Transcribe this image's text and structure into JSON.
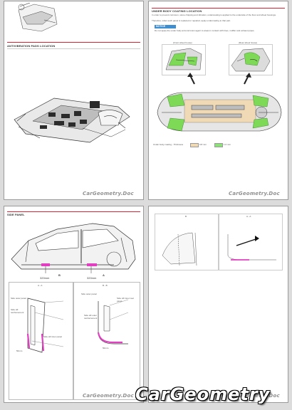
{
  "page1": {
    "section_title": "ANTIVIBRATION PADS LOCATION",
    "watermark": "CarGeometry.Doc"
  },
  "page2": {
    "section_title": "UNDER BODY COATING LOCATION",
    "intro": "In order to prevent corrosion, stone chipping and vibration, undercoating is applied to the underside of the floor and wheel housings.",
    "intro2": "Therefore, when such panel is replaced or repaired, apply undercoating to that part.",
    "notice_label": "NOTICE",
    "notice_text": "Do not apply the under body anti-corrosion agent to areas in contact with lines, muffler and exhaust pipes.",
    "left_caption": "(Front wheel house)",
    "right_caption": "(Rear wheel house)",
    "legend_title": "Under body coating - Thickness",
    "legend_items": [
      "0.8 mm",
      "1.0 mm"
    ],
    "legend_colors": [
      "#f0d9b5",
      "#8ee07a"
    ],
    "watermark": "CarGeometry.Doc"
  },
  "page3": {
    "section_title": "SIDE PANEL",
    "dim_label_1": "A",
    "dim_label_2": "B",
    "dim_value_1": "320mm",
    "dim_value_2": "320mm",
    "section_a": "A - A",
    "section_b": "B - B",
    "callouts_a": [
      "Side outer panel",
      "Side sill reinforcement",
      "Side sill inner panel",
      "50mm"
    ],
    "callouts_b": [
      "Side outer panel",
      "Side sill inner rear panel",
      "Side sill outer reinforcement",
      "50mm"
    ],
    "watermark": "CarGeometry.Doc"
  },
  "page4": {
    "header_left": "B",
    "header_right": "A - A",
    "watermark": "CarGeometry.Doc"
  },
  "brand": "CarGeometry",
  "accent": "#d32f2f",
  "coating_green": "#7ed957",
  "coating_pink": "#e040c0"
}
